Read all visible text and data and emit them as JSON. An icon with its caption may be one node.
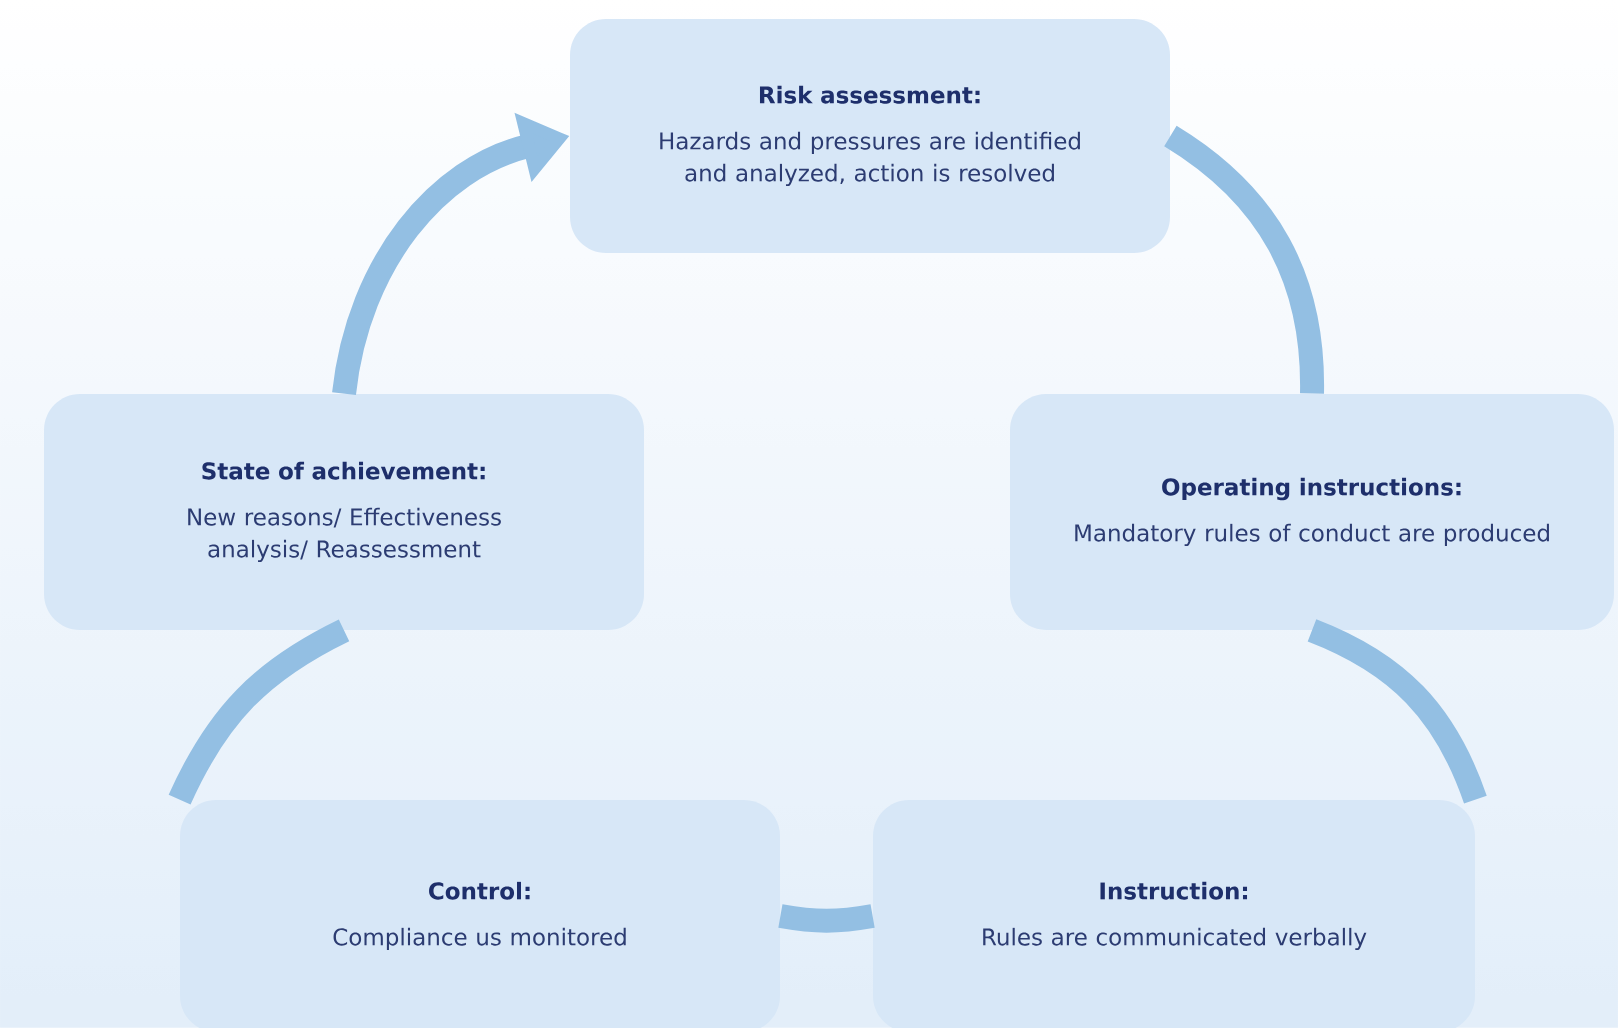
{
  "diagram": {
    "nodes": [
      {
        "text": [
          "Risk assessment:",
          "Hazards and pressures are identified and analyzed, action is resolved"
        ]
      },
      {
        "text": [
          "Operating instructions:",
          "Mandatory rules of conduct are produced"
        ]
      },
      {
        "text": [
          "Instruction:",
          "Rules are communicated verbally"
        ]
      },
      {
        "text": [
          "Control:",
          "Compliance us monitored"
        ]
      },
      {
        "text": [
          "State of achievement:",
          "New reasons/ Effectiveness analysis/ Reassessment"
        ]
      }
    ],
    "edges": [
      {
        "from": 0,
        "to": 1,
        "arrow": "none"
      },
      {
        "from": 1,
        "to": 2,
        "arrow": "none"
      },
      {
        "from": 2,
        "to": 3,
        "arrow": "none"
      },
      {
        "from": 3,
        "to": 4,
        "arrow": "none"
      },
      {
        "from": 4,
        "to": 0,
        "arrow": "to"
      }
    ]
  }
}
